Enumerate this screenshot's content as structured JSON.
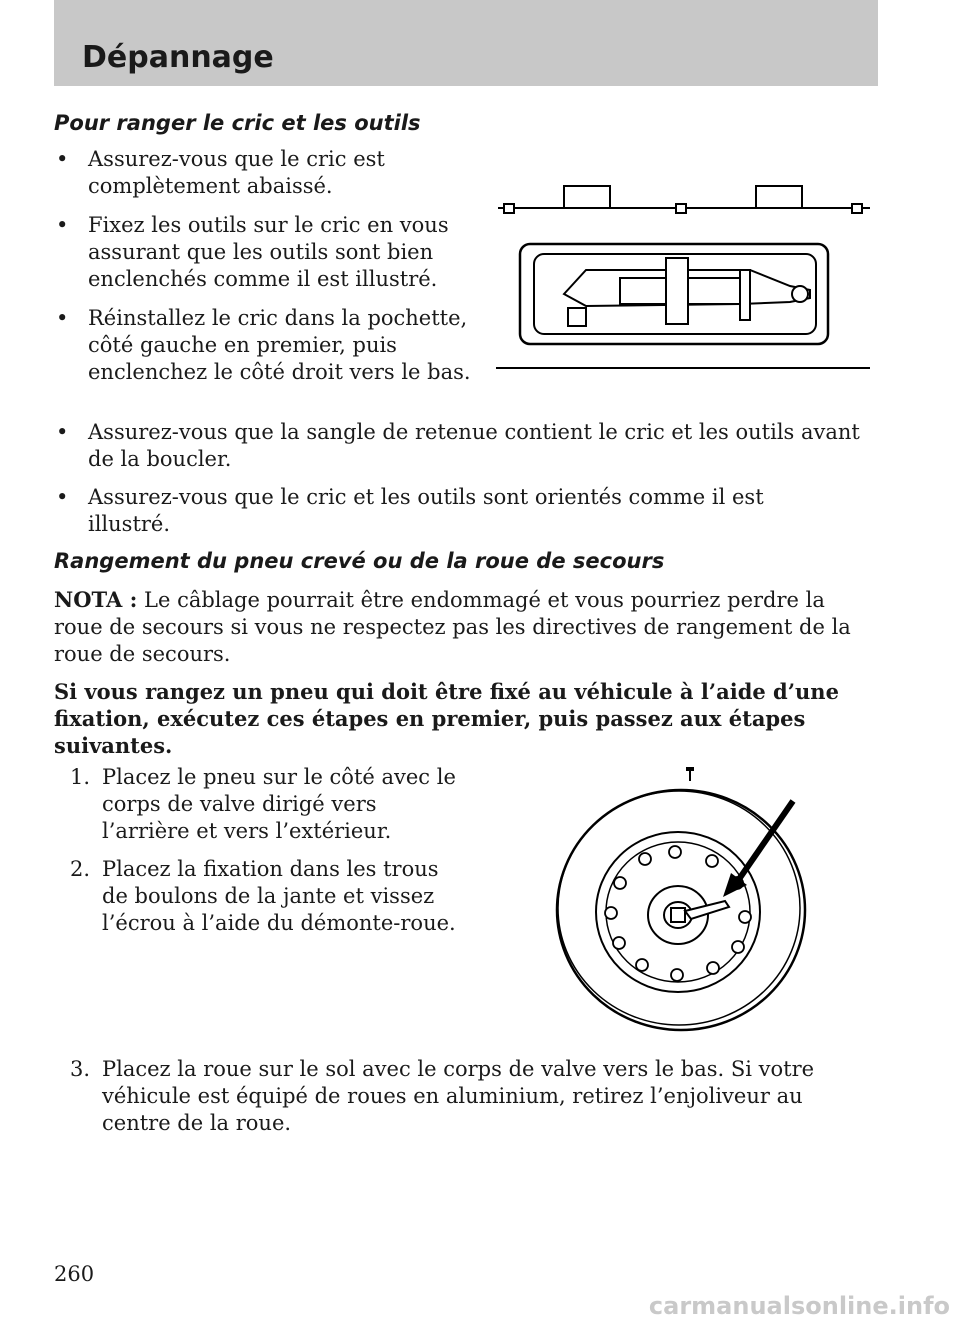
{
  "header": {
    "title": "Dépannage"
  },
  "section1": {
    "title": "Pour ranger le cric et les outils",
    "bullets": [
      "Assurez-vous que le cric est complètement abaissé.",
      "Fixez les outils sur le cric en vous assurant que les outils sont bien enclenchés comme il est illustré.",
      "Réinstallez le cric dans la pochette, côté gauche en premier, puis enclenchez le côté droit vers le bas.",
      "Assurez-vous que la sangle de retenue contient le cric et les outils avant de la boucler.",
      "Assurez-vous que le cric et les outils sont orientés comme il est illustré."
    ]
  },
  "section2": {
    "title": "Rangement du pneu crevé ou de la roue de secours",
    "nota_label": "NOTA :",
    "nota_text": "Le câblage pourrait être endommagé et vous pourriez perdre la roue de secours si vous ne respectez pas les directives de rangement de la roue de secours.",
    "bold_paragraph": "Si vous rangez un pneu qui doit être fixé au véhicule à l’aide d’une fixation, exécutez ces étapes en premier, puis passez aux étapes suivantes.",
    "steps": [
      {
        "num": "1.",
        "text": "Placez le pneu sur le côté avec le corps de valve dirigé vers l’arrière et vers l’extérieur."
      },
      {
        "num": "2.",
        "text": "Placez la fixation dans les trous de boulons de la jante et vissez l’écrou à l’aide du démonte-roue."
      },
      {
        "num": "3.",
        "text": "Placez la roue sur le sol avec le corps de valve vers le bas. Si votre véhicule est équipé de roues en aluminium, retirez l’enjoliveur au centre de la roue."
      }
    ]
  },
  "footer": {
    "page_number": "260",
    "watermark": "carmanualsonline.info"
  }
}
